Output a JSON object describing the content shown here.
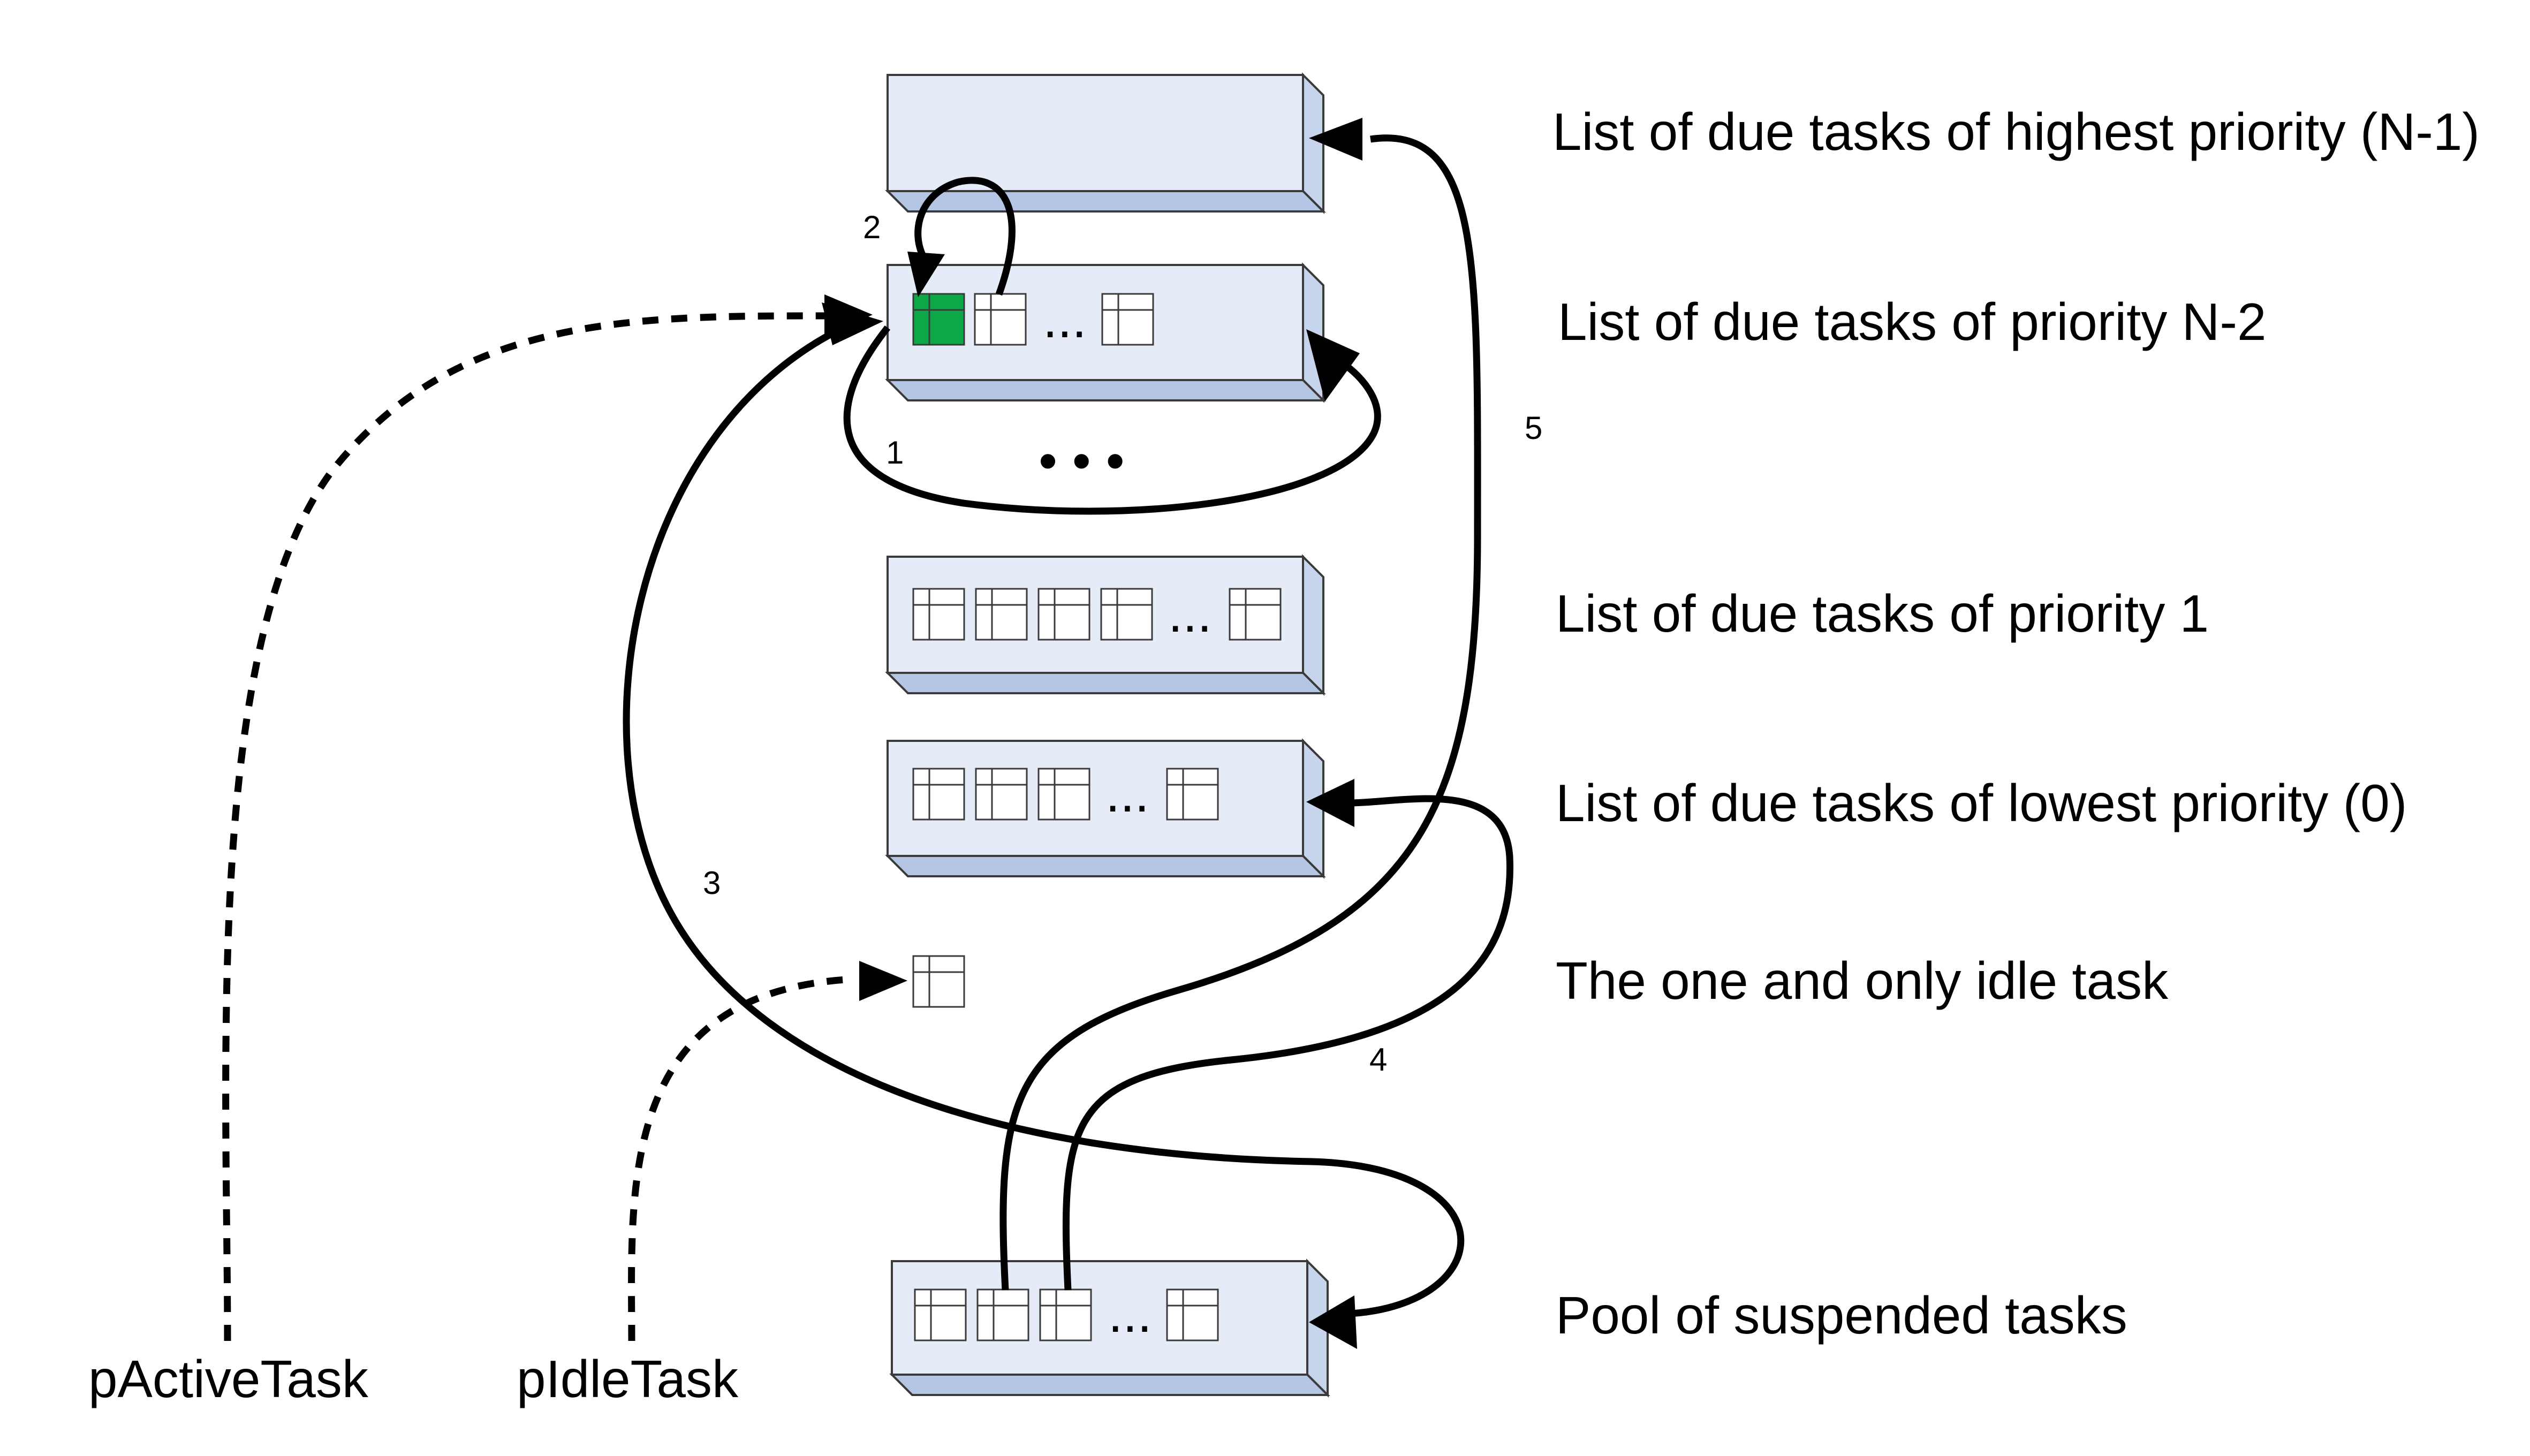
{
  "lists": {
    "highest": "List of due tasks of highest priority (N-1)",
    "n2": "List of due tasks of priority N-2",
    "p1": "List of due tasks of priority 1",
    "lowest": "List of due tasks of lowest priority (0)",
    "idle": "The one and only idle task",
    "pool": "Pool of suspended tasks"
  },
  "ellipsis": "...",
  "more_lists": "• • •",
  "pointers": {
    "active": "pActiveTask",
    "idle": "pIdleTask"
  },
  "transitions": {
    "t1": "1",
    "t2": "2",
    "t3": "3",
    "t4": "4",
    "t5": "5"
  },
  "colors": {
    "list_face": "#e6ecf7",
    "list_bottom": "#b4c6e4",
    "active_task": "#0ea848"
  }
}
